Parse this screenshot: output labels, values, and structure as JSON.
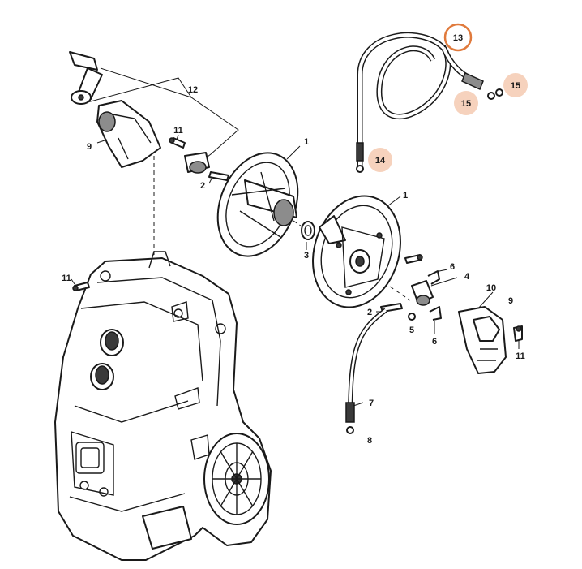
{
  "callouts": {
    "c12": "12",
    "c11a": "11",
    "c9a": "9",
    "c2a": "2",
    "c1a": "1",
    "c1b": "1",
    "c3": "3",
    "c6a": "6",
    "c4": "4",
    "c10": "10",
    "c9b": "9",
    "c2b": "2",
    "c5": "5",
    "c6b": "6",
    "c11b": "11",
    "c11c": "11",
    "c7": "7",
    "c8": "8",
    "c13": "13",
    "c14": "14",
    "c15a": "15",
    "c15b": "15"
  },
  "colors": {
    "line": "#1a1a1a",
    "highlight_fill": "#f6d2bd",
    "highlight_ring": "#e07a3c"
  }
}
